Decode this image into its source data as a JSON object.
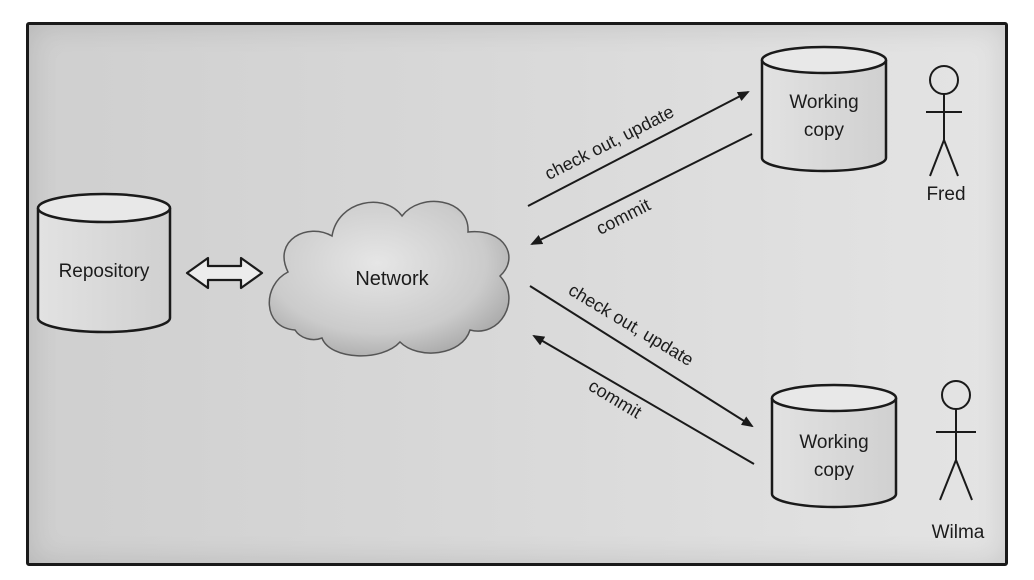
{
  "repository": {
    "label": "Repository"
  },
  "network": {
    "label": "Network"
  },
  "fred": {
    "name": "Fred",
    "working_copy": [
      "Working",
      "copy"
    ],
    "checkout_label": "check out, update",
    "commit_label": "commit"
  },
  "wilma": {
    "name": "Wilma",
    "working_copy": [
      "Working",
      "copy"
    ],
    "checkout_label": "check out, update",
    "commit_label": "commit"
  }
}
